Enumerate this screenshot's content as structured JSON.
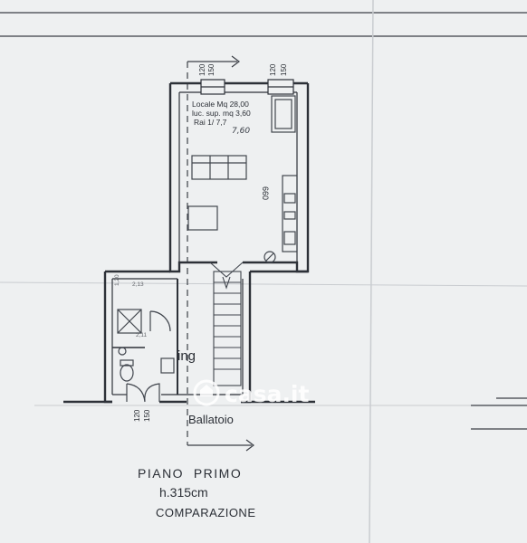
{
  "room_info": {
    "line1": "Locale Mq 28,00",
    "line2": "luc. sup. mq 3,60",
    "line3": "Rai 1/ 7,7",
    "handwritten": "7,60"
  },
  "dimensions": {
    "room_depth": "660",
    "window_left_a": "120",
    "window_left_b": "150",
    "window_right_a": "120",
    "window_right_b": "150",
    "door_bottom_a": "120",
    "door_bottom_b": "150",
    "bath_top": "2,13",
    "bath_mid": "2,11",
    "bath_side": "1,20"
  },
  "labels": {
    "ing": "ing",
    "ballatoio": "Ballatoio",
    "floor": "PIANO  PRIMO",
    "height": "h.315cm",
    "status": "COMPARAZIONE"
  },
  "watermark": {
    "text": "casa.it"
  }
}
